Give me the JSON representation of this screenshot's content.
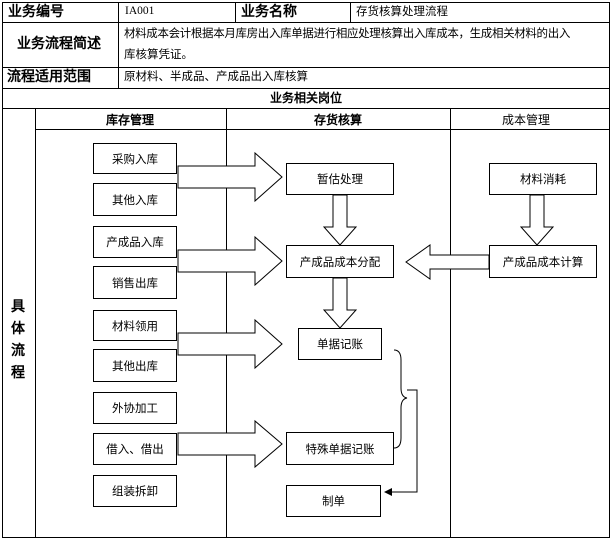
{
  "header": {
    "code_label": "业务编号",
    "code_value": "IA001",
    "name_label": "业务名称",
    "name_value": "存货核算处理流程",
    "desc_label": "业务流程简述",
    "desc_line1": "材料成本会计根据本月库房出入库单据进行相应处理核算出入库成本，生成相关材料的出入",
    "desc_line2": "库核算凭证。",
    "scope_label": "流程适用范围",
    "scope_value": "原材料、半成品、产成品出入库核算"
  },
  "section_title": "业务相关岗位",
  "side_label": [
    "具",
    "体",
    "流",
    "程"
  ],
  "lanes": [
    "库存管理",
    "存货核算",
    "成本管理"
  ],
  "inventory_boxes": [
    "采购入库",
    "其他入库",
    "产成品入库",
    "销售出库",
    "材料领用",
    "其他出库",
    "外协加工",
    "借入、借出",
    "组装拆卸"
  ],
  "accounting_boxes": [
    "暂估处理",
    "产成品成本分配",
    "单据记账",
    "特殊单据记账",
    "制单"
  ],
  "cost_boxes": [
    "材料消耗",
    "产成品成本计算"
  ]
}
